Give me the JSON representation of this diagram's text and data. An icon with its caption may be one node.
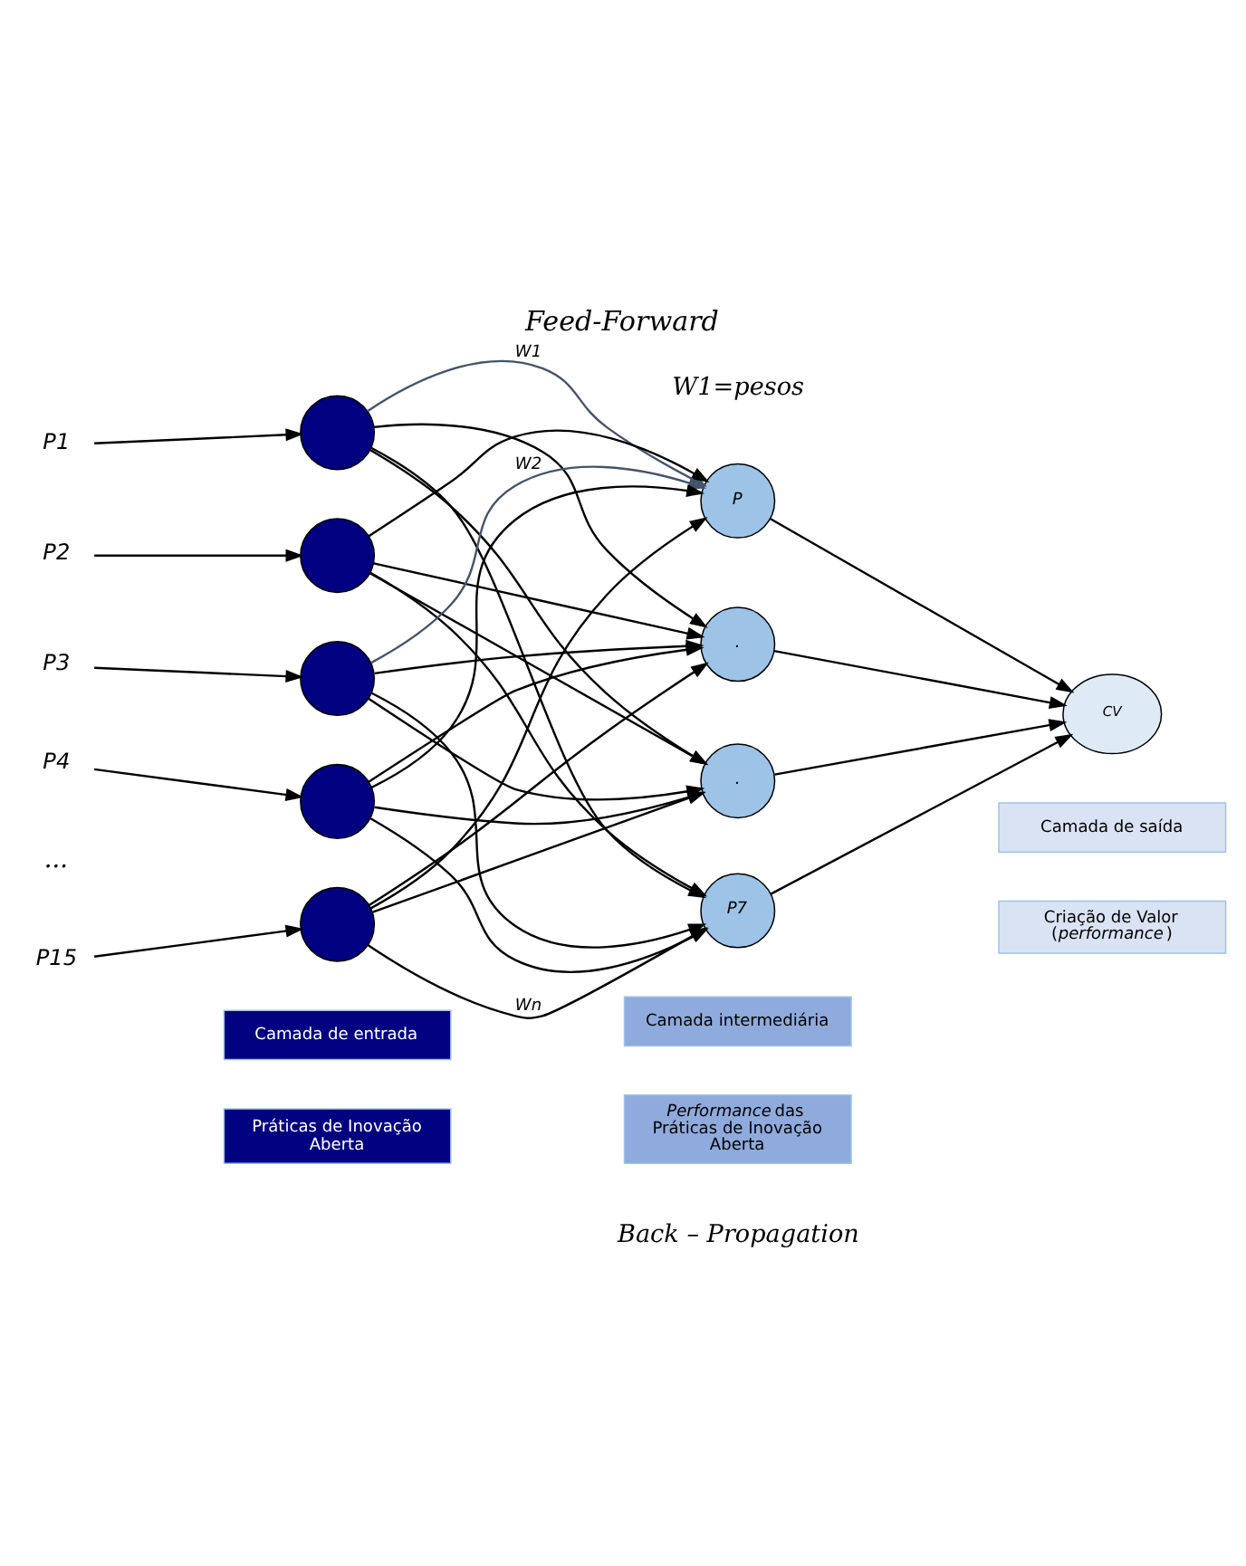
{
  "diagram": {
    "title": "Feed-Forward",
    "nodes": [
      {
        "text": [
          "P1"
        ]
      },
      {
        "text": [
          "P2"
        ]
      },
      {
        "text": [
          "P3"
        ]
      },
      {
        "text": [
          "P4"
        ]
      },
      {
        "text": [
          "P15"
        ]
      },
      {
        "text": [],
        "shape": "circle"
      },
      {
        "text": [],
        "shape": "circle"
      },
      {
        "text": [],
        "shape": "circle"
      },
      {
        "text": [],
        "shape": "circle"
      },
      {
        "text": [],
        "shape": "circle"
      },
      {
        "text": [
          "P"
        ]
      },
      {
        "text": [
          "."
        ]
      },
      {
        "text": [
          "."
        ]
      },
      {
        "text": [
          "P7"
        ]
      },
      {
        "text": [
          "CV"
        ]
      },
      {
        "text": [
          "Camada de entrada"
        ]
      },
      {
        "text": [
          "Camada intermediária"
        ]
      },
      {
        "text": [
          "Camada de saída"
        ]
      },
      {
        "text": [
          "Práticas de Inovação Aberta"
        ]
      },
      {
        "text": [
          "*Performance* das Práticas de Inovação Aberta"
        ]
      },
      {
        "text": [
          "Criação de Valor (*performance*)"
        ]
      }
    ],
    "edges": [
      {
        "from": 0,
        "to": 5,
        "arrow": "to"
      },
      {
        "from": 1,
        "to": 6,
        "arrow": "to"
      },
      {
        "from": 2,
        "to": 7,
        "arrow": "to"
      },
      {
        "from": 3,
        "to": 8,
        "arrow": "to"
      },
      {
        "from": 4,
        "to": 9,
        "arrow": "to"
      },
      {
        "from": 5,
        "to": 10,
        "arrow": "to",
        "label": "W1",
        "color": "#44546a"
      },
      {
        "from": 5,
        "to": 11,
        "arrow": "to"
      },
      {
        "from": 5,
        "to": 12,
        "arrow": "to"
      },
      {
        "from": 5,
        "to": 13,
        "arrow": "to"
      },
      {
        "from": 6,
        "to": 10,
        "arrow": "to"
      },
      {
        "from": 6,
        "to": 11,
        "arrow": "to"
      },
      {
        "from": 6,
        "to": 12,
        "arrow": "to"
      },
      {
        "from": 6,
        "to": 13,
        "arrow": "to"
      },
      {
        "from": 7,
        "to": 10,
        "arrow": "to",
        "label": "W2",
        "color": "#44546a"
      },
      {
        "from": 7,
        "to": 11,
        "arrow": "to"
      },
      {
        "from": 7,
        "to": 12,
        "arrow": "to"
      },
      {
        "from": 7,
        "to": 13,
        "arrow": "to"
      },
      {
        "from": 8,
        "to": 10,
        "arrow": "to"
      },
      {
        "from": 8,
        "to": 11,
        "arrow": "to"
      },
      {
        "from": 8,
        "to": 12,
        "arrow": "to"
      },
      {
        "from": 8,
        "to": 13,
        "arrow": "to"
      },
      {
        "from": 9,
        "to": 10,
        "arrow": "to"
      },
      {
        "from": 9,
        "to": 11,
        "arrow": "to"
      },
      {
        "from": 9,
        "to": 12,
        "arrow": "to"
      },
      {
        "from": 9,
        "to": 13,
        "arrow": "to",
        "label": "Wn"
      },
      {
        "from": 10,
        "to": 14,
        "arrow": "to"
      },
      {
        "from": 11,
        "to": 14,
        "arrow": "to"
      },
      {
        "from": 12,
        "to": 14,
        "arrow": "to"
      },
      {
        "from": 13,
        "to": 14,
        "arrow": "to"
      }
    ],
    "labels": [
      "W1=pesos",
      "...",
      "Back – Propagation"
    ]
  }
}
